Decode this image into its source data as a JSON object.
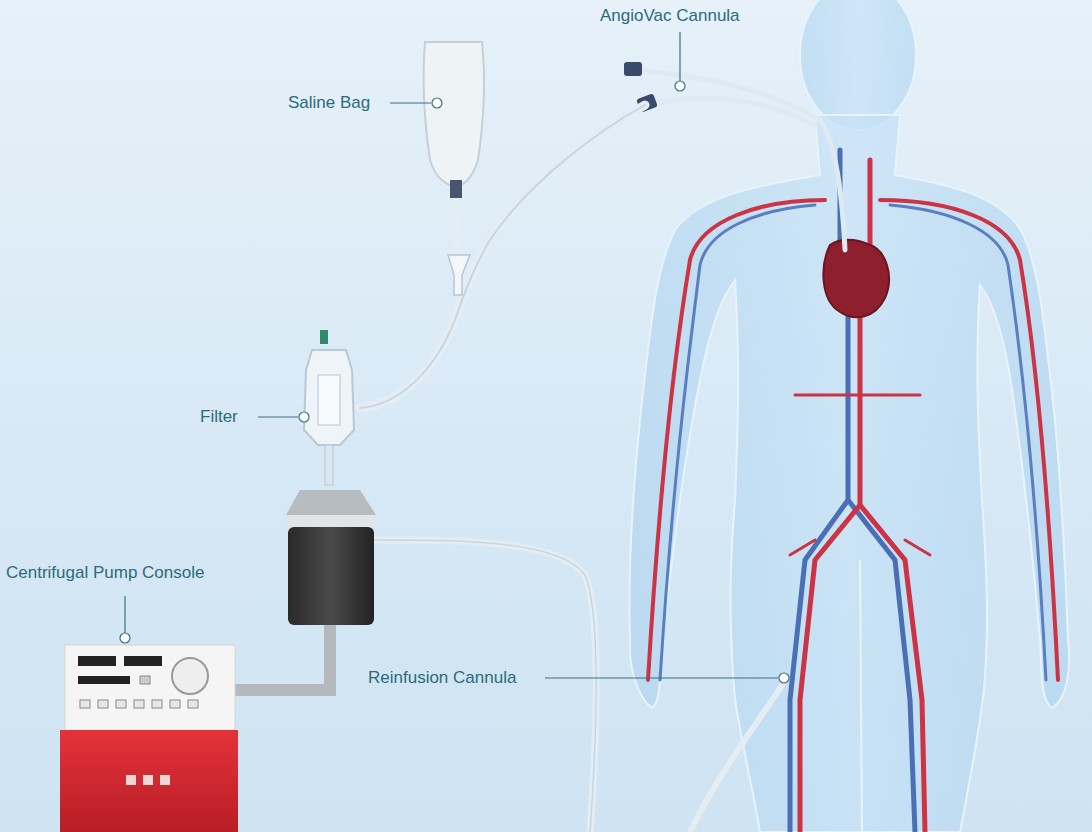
{
  "diagram": {
    "labels": [
      "AngioVac Cannula",
      "Saline Bag",
      "Filter",
      "Centrifugal Pump Console",
      "Reinfusion Cannula"
    ]
  }
}
